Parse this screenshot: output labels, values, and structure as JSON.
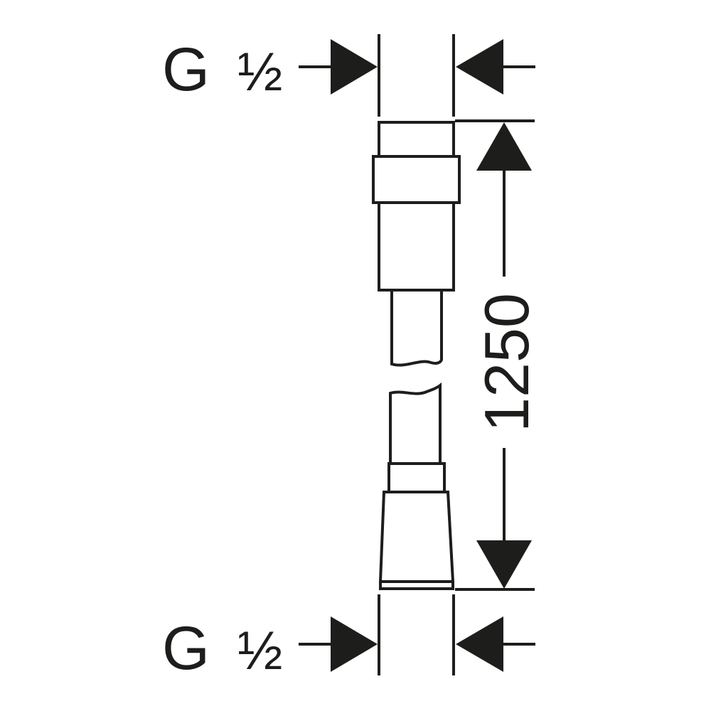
{
  "diagram": {
    "top_thread": {
      "letter": "G",
      "size": "½"
    },
    "bottom_thread": {
      "letter": "G",
      "size": "½"
    },
    "length_dimension": "1250",
    "colors": {
      "ink": "#1d1d1b",
      "background": "#ffffff"
    }
  }
}
